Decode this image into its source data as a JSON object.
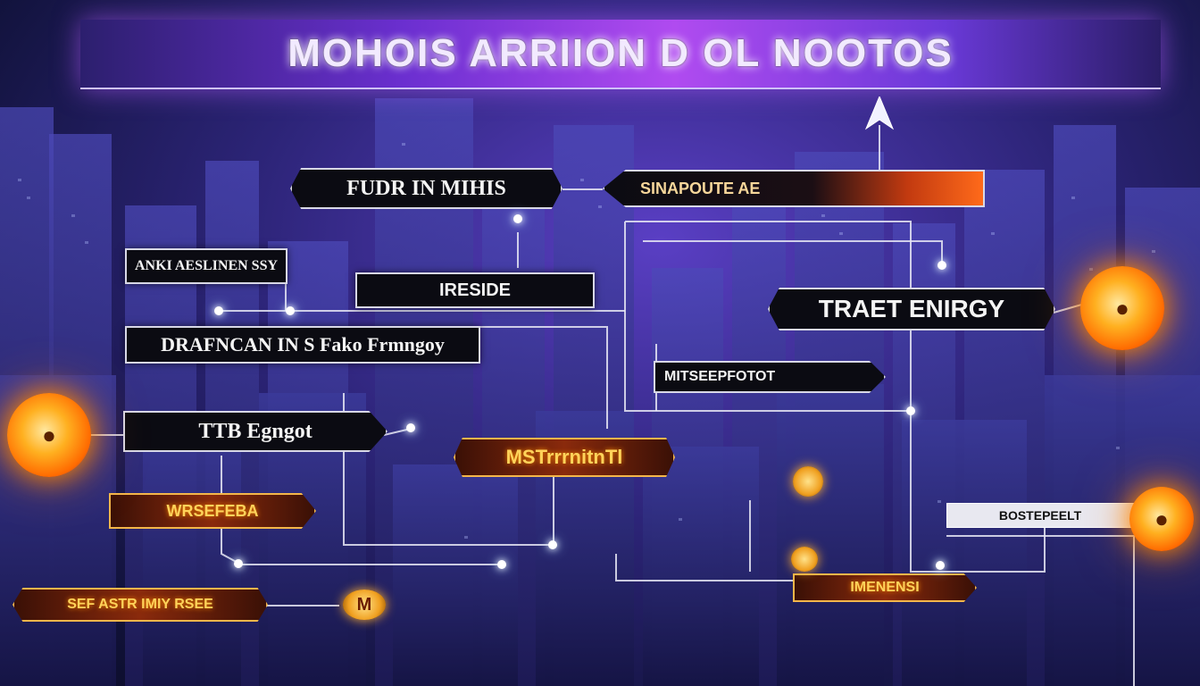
{
  "title": "MOHOIS ARRIION D OL NOOTOS",
  "labels": {
    "fudr": "FUDR IN MIHIS",
    "sinapoute": "SINAPOUTE AE",
    "anki": "ANKI AESLINEN SSY",
    "ireside": "IRESIDE",
    "traet": "TRAET ENIRGY",
    "drafncan": "DRAFNCAN IN S Fako Frmngoy",
    "mitse": "MITSEEPFOTOT",
    "ttb": "TTB Egngot",
    "mst": "MSTrrrnitnTl",
    "wrsf": "WRSEFEBA",
    "bostepeelt": "BOSTEPEELT",
    "sef": "SEF ASTR IMIY RSEE",
    "imenensi": "IMENENSI",
    "m_badge": "M"
  },
  "colors": {
    "accent_purple": "#8a3ff0",
    "orb_orange": "#ff8a00",
    "wire": "#e8e8f4",
    "label_bg": "#0b0b12"
  },
  "icons": {
    "orb": "glowing-orb-icon",
    "node": "glow-node-icon",
    "arrow": "arrow-up-icon"
  }
}
